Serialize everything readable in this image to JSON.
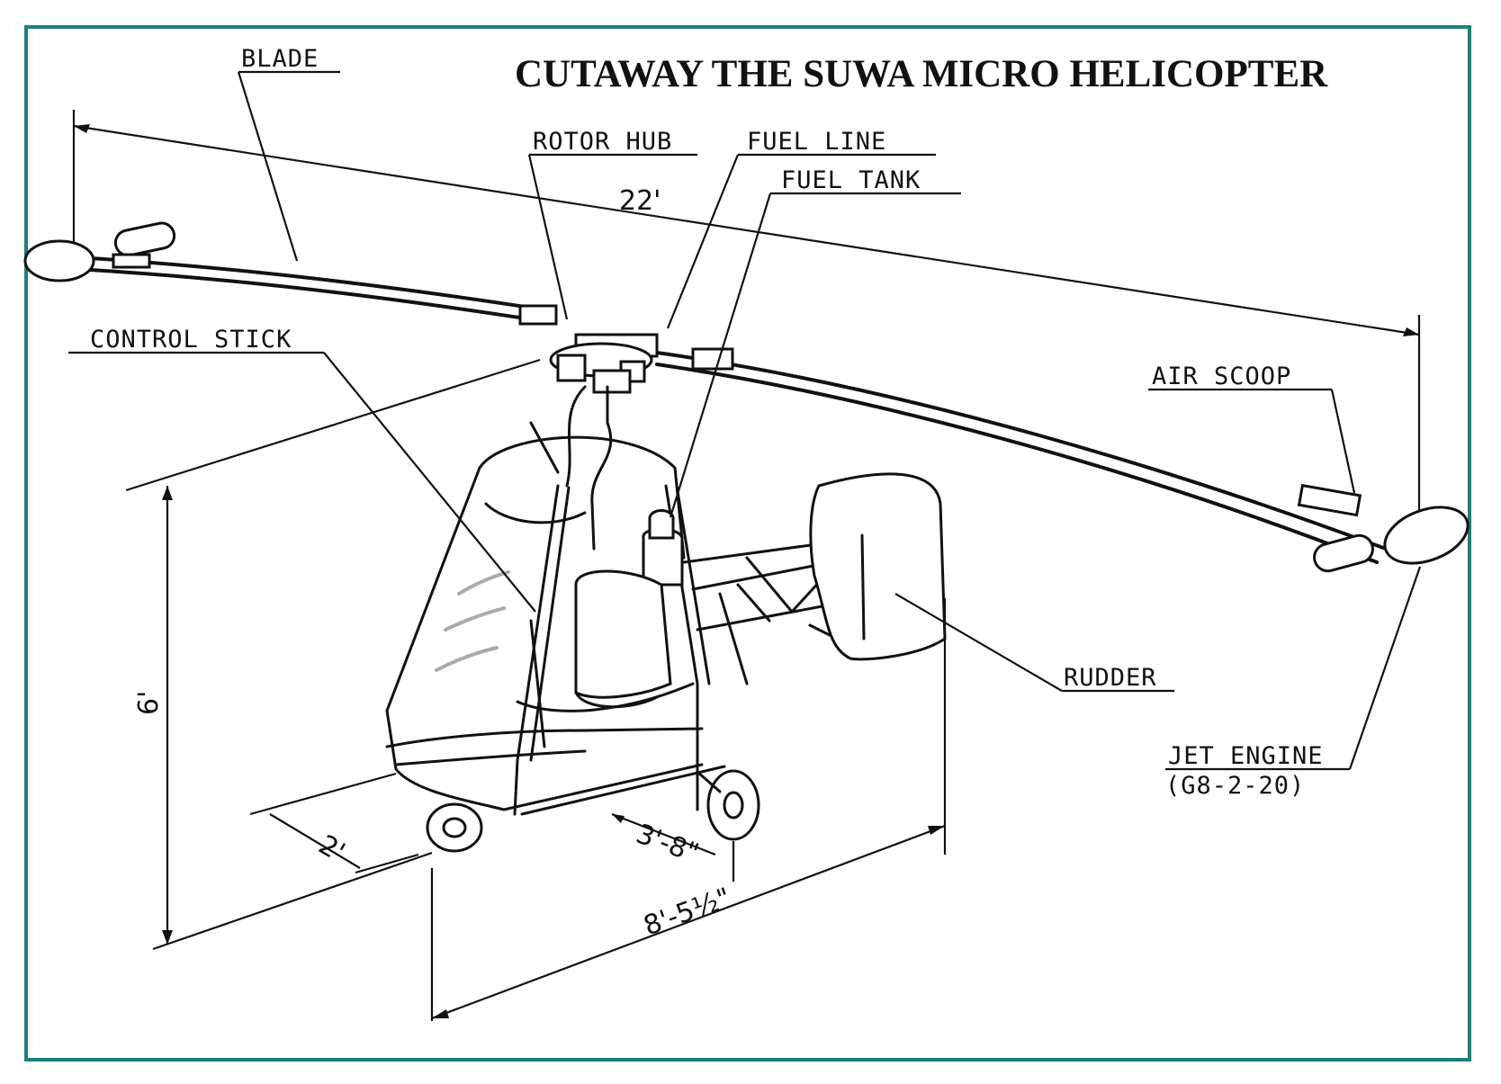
{
  "title": "CUTAWAY THE SUWA MICRO HELICOPTER",
  "labels": {
    "blade": "BLADE",
    "rotor_hub": "ROTOR HUB",
    "fuel_line": "FUEL LINE",
    "fuel_tank": "FUEL TANK",
    "control_stick": "CONTROL STICK",
    "air_scoop": "AIR SCOOP",
    "rudder": "RUDDER",
    "jet_engine": "JET ENGINE",
    "jet_engine_model": "(G8-2-20)"
  },
  "dimensions": {
    "rotor_span": "22'",
    "height": "6'",
    "seat_depth": "2'",
    "track": "3'-8\"",
    "length": "8'-5½\""
  },
  "colors": {
    "frame_border": "#1f7f7a",
    "ink": "#111111",
    "canopy_glare": "#aaaaaa"
  }
}
